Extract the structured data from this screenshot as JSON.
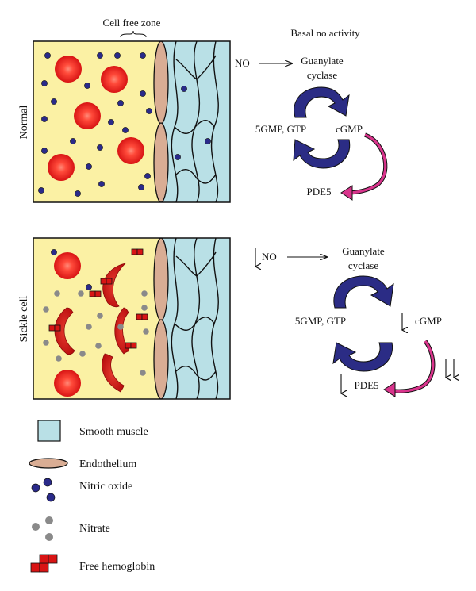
{
  "normal": {
    "row_label": "Normal",
    "cell_free_zone": "Cell free zone",
    "basal_note": "Basal no activity",
    "no_label": "NO",
    "enzyme_line1": "Guanylate",
    "enzyme_line2": "cyclase",
    "substrate": "5GMP, GTP",
    "product": "cGMP",
    "pde": "PDE5"
  },
  "sickle": {
    "row_label": "Sickle cell",
    "no_label": "NO",
    "enzyme_line1": "Guanylate",
    "enzyme_line2": "cyclase",
    "substrate": "5GMP, GTP",
    "product": "cGMP",
    "pde": "PDE5",
    "decrease_arrow": "↓",
    "double_decrease_arrow": "↓↓"
  },
  "legend": {
    "smooth_muscle": "Smooth muscle",
    "endothelium": "Endothelium",
    "nitric_oxide": "Nitric oxide",
    "nitrate": "Nitrate",
    "free_hemoglobin": "Free hemoglobin"
  },
  "colors": {
    "plasma": "#fbf1a4",
    "smooth_muscle": "#b9e0e6",
    "endothelium": "#d9ad94",
    "rbc": "#e01818",
    "rbc_center": "#ff6a5a",
    "nitric_oxide": "#2a2a8a",
    "nitrate": "#8a8a8a",
    "enzyme_arrow": "#2b2c85",
    "pde_arrow": "#d9348c"
  }
}
